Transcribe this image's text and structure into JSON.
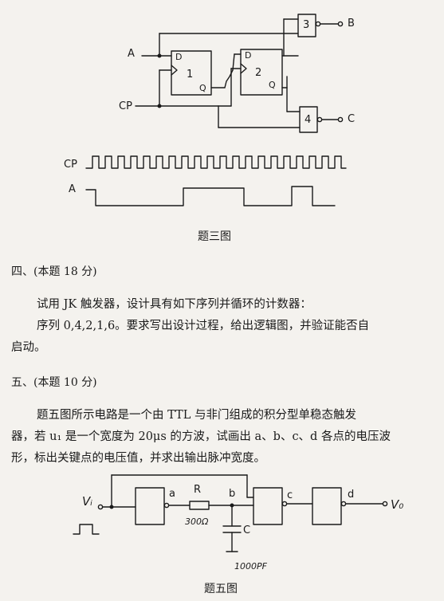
{
  "figure3": {
    "caption": "题三图",
    "labels": {
      "input_a": "A",
      "input_cp": "CP",
      "ff1_d": "D",
      "ff1_num": "1",
      "ff1_q": "Q",
      "ff2_d": "D",
      "ff2_num": "2",
      "ff2_q": "Q",
      "gate3": "3",
      "gate4": "4",
      "output_b": "B",
      "output_c": "C",
      "wave_cp": "CP",
      "wave_a": "A"
    }
  },
  "section4": {
    "heading": "四、(本题 18 分)",
    "line1": "试用 JK 触发器，设计具有如下序列并循环的计数器：",
    "line2": "序列 0,4,2,1,6。要求写出设计过程，给出逻辑图，并验证能否自",
    "line3": "启动。"
  },
  "section5": {
    "heading": "五、(本题 10 分)",
    "line1": "题五图所示电路是一个由 TTL 与非门组成的积分型单稳态触发",
    "line2": "器，若 u₁ 是一个宽度为 20μs 的方波，试画出 a、b、c、d 各点的电压波",
    "line3": "形，标出关键点的电压值，并求出输出脉冲宽度。"
  },
  "figure5": {
    "caption": "题五图",
    "labels": {
      "input": "Vᵢ",
      "node_a": "a",
      "resistor": "R",
      "resistor_value": "300Ω",
      "node_b": "b",
      "capacitor": "C",
      "capacitor_value": "1000PF",
      "node_c": "c",
      "node_d": "d",
      "output": "V₀"
    }
  }
}
